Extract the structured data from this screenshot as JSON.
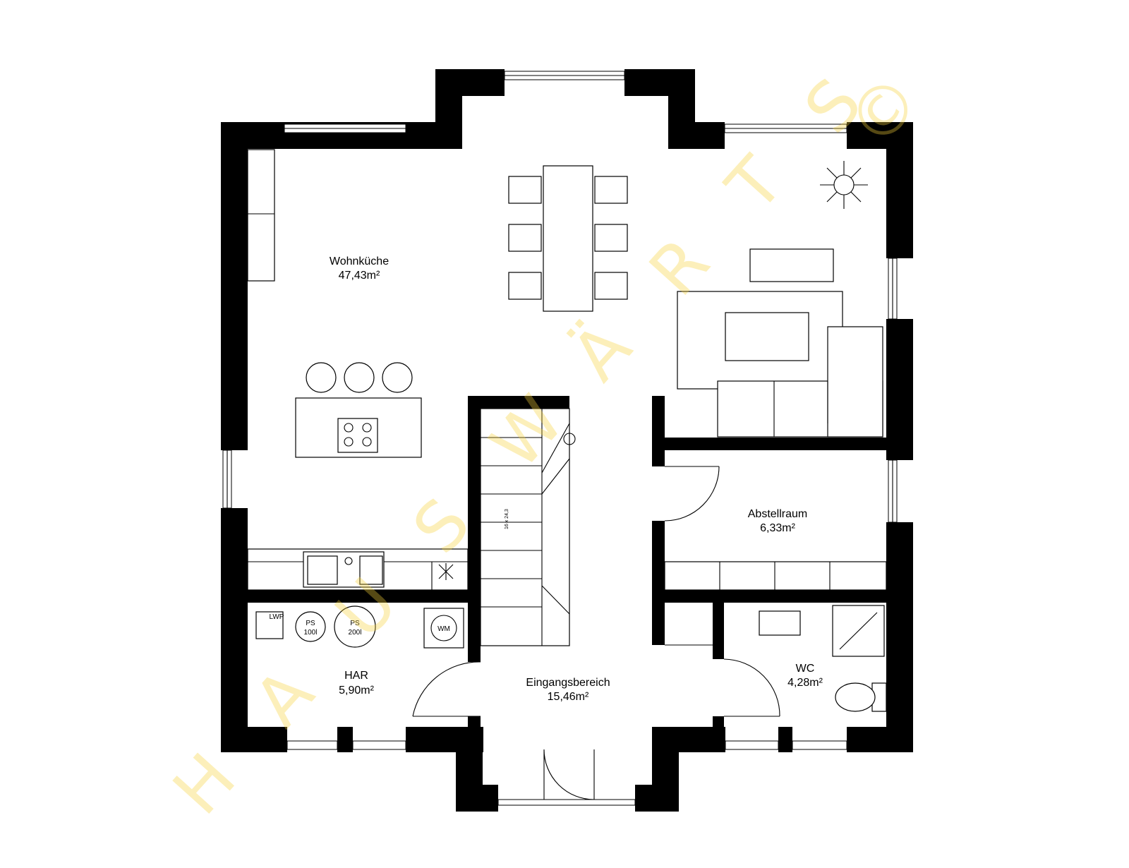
{
  "rooms": {
    "wohnkueche": {
      "name": "Wohnküche",
      "area": "47,43m²"
    },
    "abstellraum": {
      "name": "Abstellraum",
      "area": "6,33m²"
    },
    "har": {
      "name": "HAR",
      "area": "5,90m²"
    },
    "eingang": {
      "name": "Eingangsbereich",
      "area": "15,46m²"
    },
    "wc": {
      "name": "WC",
      "area": "4,28m²"
    }
  },
  "equipment": {
    "lwp": "LWP",
    "ps1_a": "PS",
    "ps1_b": "100l",
    "ps2_a": "PS",
    "ps2_b": "200l",
    "wm": "WM"
  },
  "stair_note": "16 x 24,3",
  "watermark": {
    "letters": [
      "H",
      "A",
      "U",
      "S",
      "W",
      "Ä",
      "R",
      "T",
      "S",
      "©"
    ],
    "color": "#f6d23a"
  }
}
